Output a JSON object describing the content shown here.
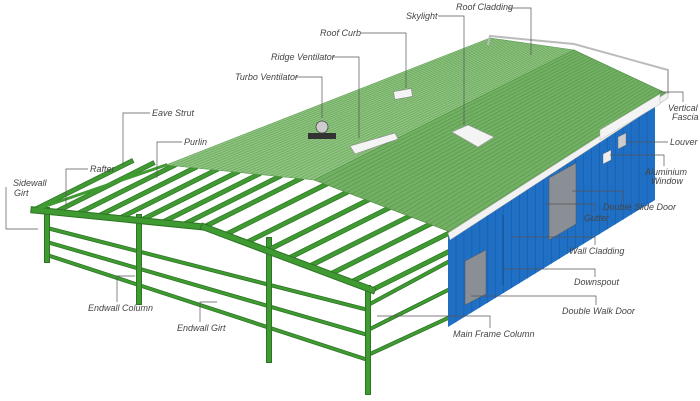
{
  "labels": {
    "roof_cladding": "Roof Cladding",
    "skylight": "Skylight",
    "roof_curb": "Roof Curb",
    "ridge_ventilator": "Ridge Ventilator",
    "turbo_ventilator": "Turbo Ventilator",
    "eave_strut": "Eave Strut",
    "purlin": "Purlin",
    "rafter": "Rafter",
    "sidewall_girt_1": "Sidewall",
    "sidewall_girt_2": "Girt",
    "vertical_fascia_1": "Vertical",
    "vertical_fascia_2": "Fascia",
    "louver": "Louver",
    "aluminium_window_1": "Aluminium",
    "aluminium_window_2": "Window",
    "double_slide_door": "Double Slide Door",
    "gutter": "Gutter",
    "wall_cladding": "Wall Cladding",
    "downspout": "Downspout",
    "double_walk_door": "Double Walk Door",
    "main_frame_column": "Main Frame Column",
    "endwall_girt": "Endwall Girt",
    "endwall_column": "Endwall Column"
  },
  "colors": {
    "frame": "#3f9a32",
    "roof_left": "#8dc47f",
    "roof_right": "#72b063",
    "wall": "#1f6fc4",
    "door": "#8a8f96"
  }
}
